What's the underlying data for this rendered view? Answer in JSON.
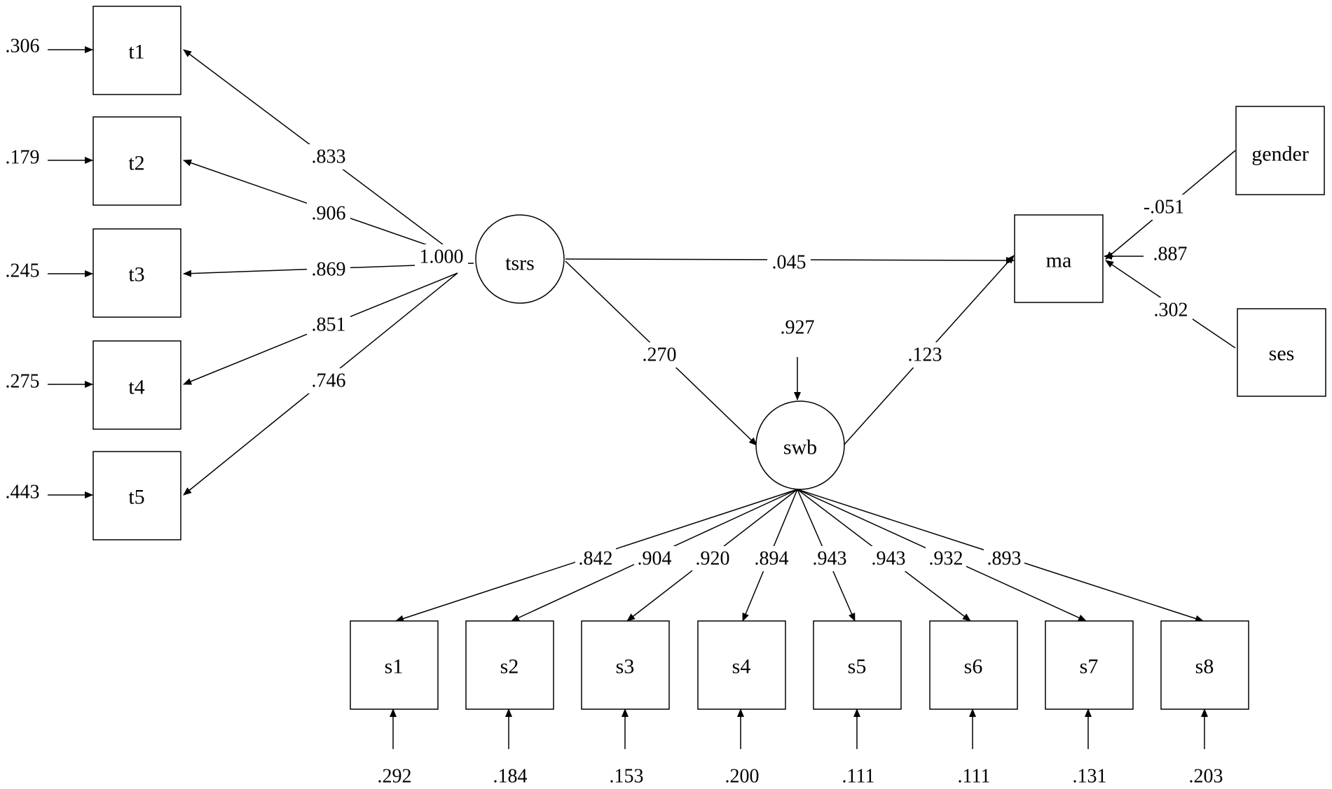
{
  "nodes": {
    "t1": "t1",
    "t2": "t2",
    "t3": "t3",
    "t4": "t4",
    "t5": "t5",
    "tsrs": "tsrs",
    "swb": "swb",
    "ma": "ma",
    "gender": "gender",
    "ses": "ses",
    "s1": "s1",
    "s2": "s2",
    "s3": "s3",
    "s4": "s4",
    "s5": "s5",
    "s6": "s6",
    "s7": "s7",
    "s8": "s8"
  },
  "t_errors": [
    ".306",
    ".179",
    ".245",
    ".275",
    ".443"
  ],
  "t_loadings": [
    ".833",
    ".906",
    ".869",
    ".851",
    ".746"
  ],
  "tsrs_variance": "1.000",
  "paths": {
    "tsrs_ma": ".045",
    "tsrs_swb": ".270",
    "swb_ma": ".123",
    "swb_residual": ".927",
    "gender_ma": "-.051",
    "ma_residual": ".887",
    "ses_ma": ".302"
  },
  "s_loadings": [
    ".842",
    ".904",
    ".920",
    ".894",
    ".943",
    ".943",
    ".932",
    ".893"
  ],
  "s_errors": [
    ".292",
    ".184",
    ".153",
    ".200",
    ".111",
    ".111",
    ".131",
    ".203"
  ]
}
